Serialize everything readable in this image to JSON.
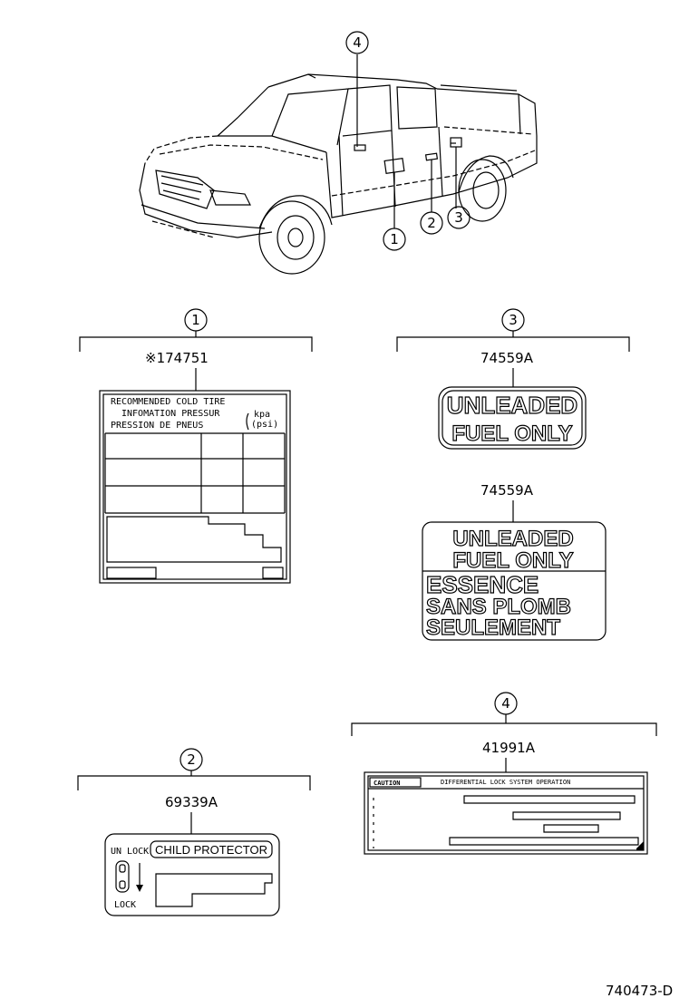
{
  "callouts": {
    "c1": "1",
    "c2": "2",
    "c3": "3",
    "c4": "4"
  },
  "parts": {
    "p1": {
      "number": "※174751",
      "lines": [
        "RECOMMENDED COLD TIRE",
        "INFOMATION  PRESSUR",
        "PRESSION DE PNEUS"
      ],
      "unit_top": "kpa",
      "unit_bottom": "(psi)"
    },
    "p2": {
      "number": "69339A",
      "title": "CHILD PROTECTOR",
      "unlock": "UN LOCK",
      "lock": "LOCK"
    },
    "p3a": {
      "number": "74559A",
      "line1": "UNLEADED",
      "line2": "FUEL ONLY"
    },
    "p3b": {
      "number": "74559A",
      "line1": "UNLEADED",
      "line2": "FUEL ONLY",
      "line3": "ESSENCE",
      "line4": "SANS PLOMB",
      "line5": "SEULEMENT"
    },
    "p4": {
      "number": "41991A",
      "caution": "CAUTION",
      "heading": "DIFFERENTIAL LOCK SYSTEM OPERATION"
    }
  },
  "diagram_id": "740473-D"
}
